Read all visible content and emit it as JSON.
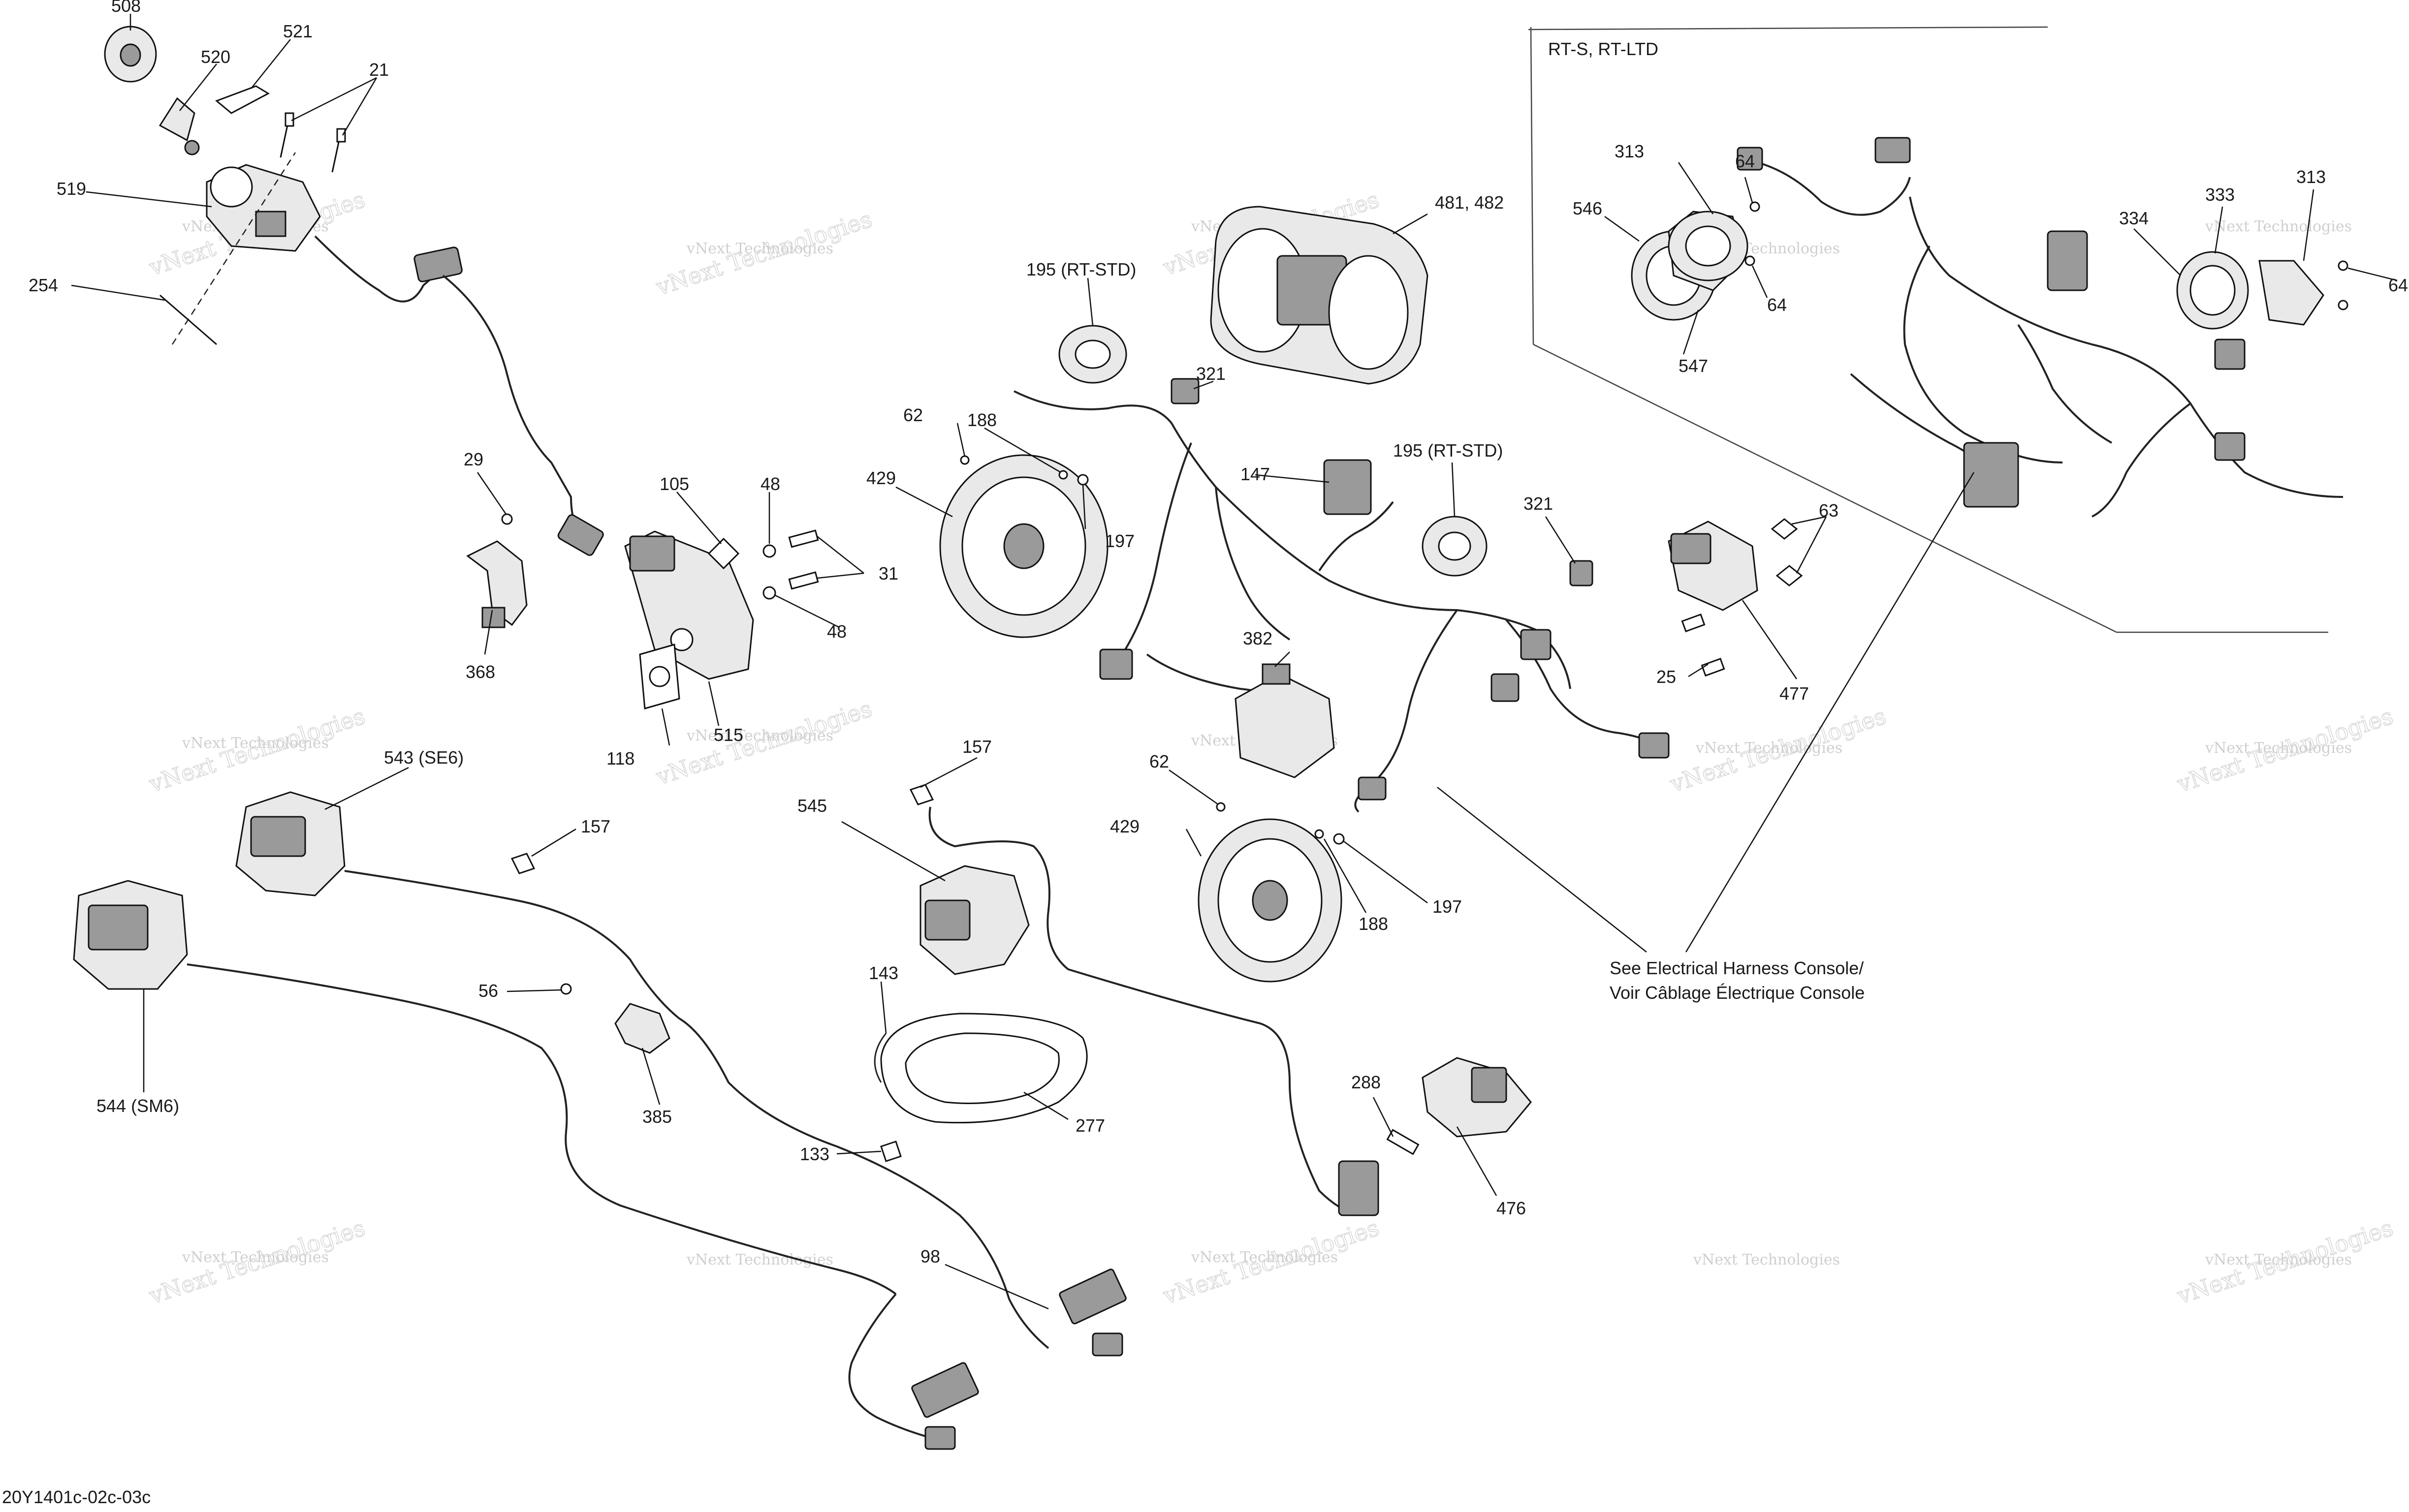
{
  "diagram_code": "20Y1401c-02c-03c",
  "inset_title": "RT-S, RT-LTD",
  "note": {
    "line1": "See Electrical Harness Console/",
    "line2": "Voir Câblage Électrique Console"
  },
  "watermark": {
    "small": "vNext Technologies",
    "big": "vNext Technologies"
  },
  "callouts": {
    "c508": "508",
    "c521": "521",
    "c520": "520",
    "c21": "21",
    "c519": "519",
    "c254": "254",
    "c29": "29",
    "c368": "368",
    "c105": "105",
    "c48a": "48",
    "c48b": "48",
    "c31": "31",
    "c118": "118",
    "c515": "515",
    "c62a": "62",
    "c188a": "188",
    "c197a": "197",
    "c429a": "429",
    "c195a": "195 (RT-STD)",
    "c481": "481, 482",
    "c321a": "321",
    "c147": "147",
    "c195b": "195 (RT-STD)",
    "c321b": "321",
    "c382": "382",
    "c63": "63",
    "c477": "477",
    "c25": "25",
    "c157a": "157",
    "c545": "545",
    "c62b": "62",
    "c429b": "429",
    "c188b": "188",
    "c197b": "197",
    "c543": "543 (SE6)",
    "c157b": "157",
    "c56": "56",
    "c544": "544 (SM6)",
    "c385": "385",
    "c143": "143",
    "c277": "277",
    "c133": "133",
    "c98": "98",
    "c288": "288",
    "c476": "476",
    "c313a": "313",
    "c64a": "64",
    "c546": "546",
    "c64b": "64",
    "c547": "547",
    "c313b": "313",
    "c333": "333",
    "c334": "334",
    "c64c": "64"
  }
}
